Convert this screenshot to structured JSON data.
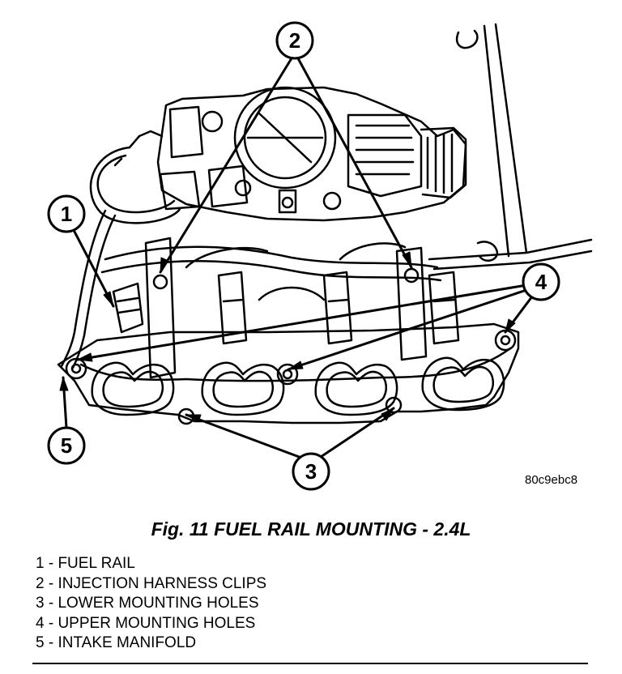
{
  "figure_code": "80c9ebc8",
  "caption": "Fig. 11 FUEL RAIL MOUNTING - 2.4L",
  "callouts": [
    {
      "number": "1"
    },
    {
      "number": "2"
    },
    {
      "number": "3"
    },
    {
      "number": "4"
    },
    {
      "number": "5"
    }
  ],
  "legend": [
    {
      "text": "1 - FUEL RAIL"
    },
    {
      "text": "2 - INJECTION HARNESS CLIPS"
    },
    {
      "text": "3 - LOWER MOUNTING HOLES"
    },
    {
      "text": "4 - UPPER MOUNTING HOLES"
    },
    {
      "text": "5 - INTAKE MANIFOLD"
    }
  ]
}
